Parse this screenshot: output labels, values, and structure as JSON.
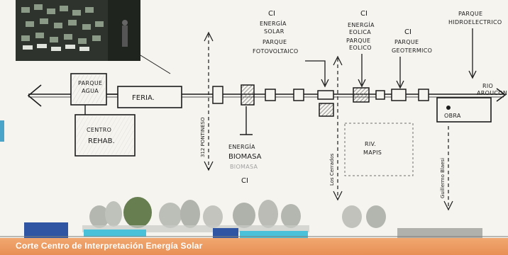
{
  "caption": "Corte Centro de Interpretación Energía Solar",
  "labels": {
    "parque_agua": [
      "PARQUE",
      "AGUA"
    ],
    "feria": "FERIA.",
    "centro_rehab": [
      "CENTRO",
      "REHAB."
    ],
    "ci_solar": [
      "CI",
      "ENERGÍA",
      "SOLAR",
      "PARQUE",
      "FOTOVOLTAICO"
    ],
    "ci_eolica": [
      "CI",
      "ENERGÍA",
      "EOLICA",
      "PARQUE",
      "EOLICO"
    ],
    "ci_geotermico": [
      "CI",
      "PARQUE",
      "GEOTERMICO"
    ],
    "parque_hidro": [
      "PARQUE",
      "HIDROELECTRICO"
    ],
    "rio_aroucon": [
      "RIO",
      "AROUCON"
    ],
    "biomasa": [
      "ENERGÍA",
      "BIOMASA",
      "BIOMASA"
    ],
    "ci_biomasa": "CI",
    "riv_mapis": [
      "RIV.",
      "MAPIS"
    ],
    "vert_1": "312 PONTINESO",
    "vert_2": "Los Cerrados",
    "vert_3": "Guillermo Blaesi",
    "obra": "OBRA"
  },
  "colors": {
    "caption_bar": "#ec9a60",
    "ink": "#1b1b1b",
    "hatch": "#7a7a7a",
    "building_blue": "#2f55a3",
    "building_cyan": "#4bc1d9"
  }
}
